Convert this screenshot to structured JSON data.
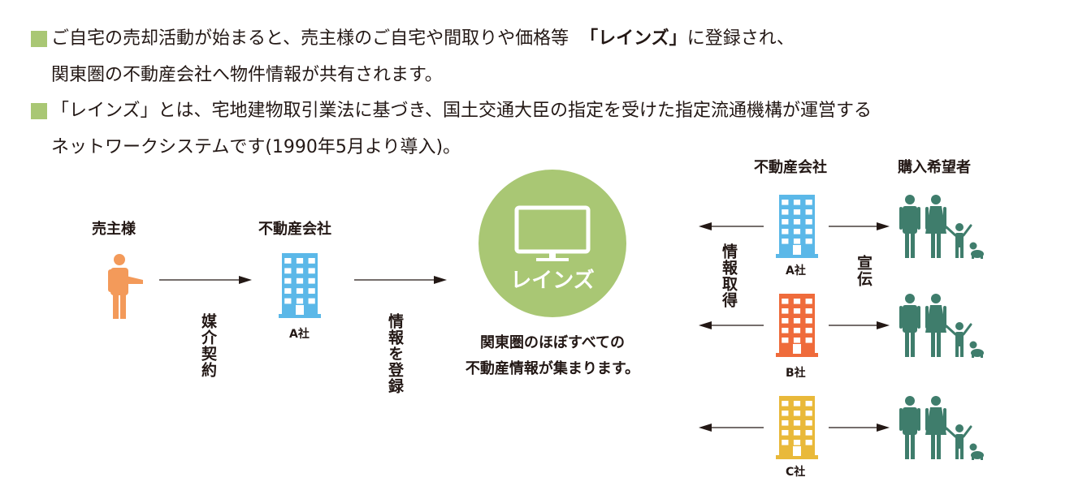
{
  "intro": {
    "bullet1_line1": "ご自宅の売却活動が始まると、売主様のご自宅や間取りや価格等",
    "bullet1_emph": "「レインズ」",
    "bullet1_line1_end": "に登録され、",
    "bullet1_line2": "関東圏の不動産会社へ物件情報が共有されます。",
    "bullet2_line1": "「レインズ」とは、宅地建物取引業法に基づき、国土交通大臣の指定を受けた指定流通機構が運営する",
    "bullet2_line2": "ネットワークシステムです(1990年5月より導入)。"
  },
  "diagram": {
    "seller_label": "売主様",
    "agency_label": "不動産会社",
    "agency_name": "A社",
    "contract_label": "媒介契約",
    "register_label": "情報を登録",
    "reins_label": "レインズ",
    "reins_caption_1": "関東圏のほぼすべての",
    "reins_caption_2": "不動産情報が集まります。",
    "right_agency_header": "不動産会社",
    "buyers_header": "購入希望者",
    "info_get_label": "情報取得",
    "advertise_label": "宣伝",
    "companies": [
      {
        "name": "A社",
        "color": "#5bb8e8"
      },
      {
        "name": "B社",
        "color": "#ef6b3b"
      },
      {
        "name": "C社",
        "color": "#e9b93a"
      }
    ]
  },
  "colors": {
    "bullet": "#a9c774",
    "reins_circle": "#a9c774",
    "seller": "#f39a5a",
    "family": "#3f7d6c",
    "arrow": "#231815"
  }
}
